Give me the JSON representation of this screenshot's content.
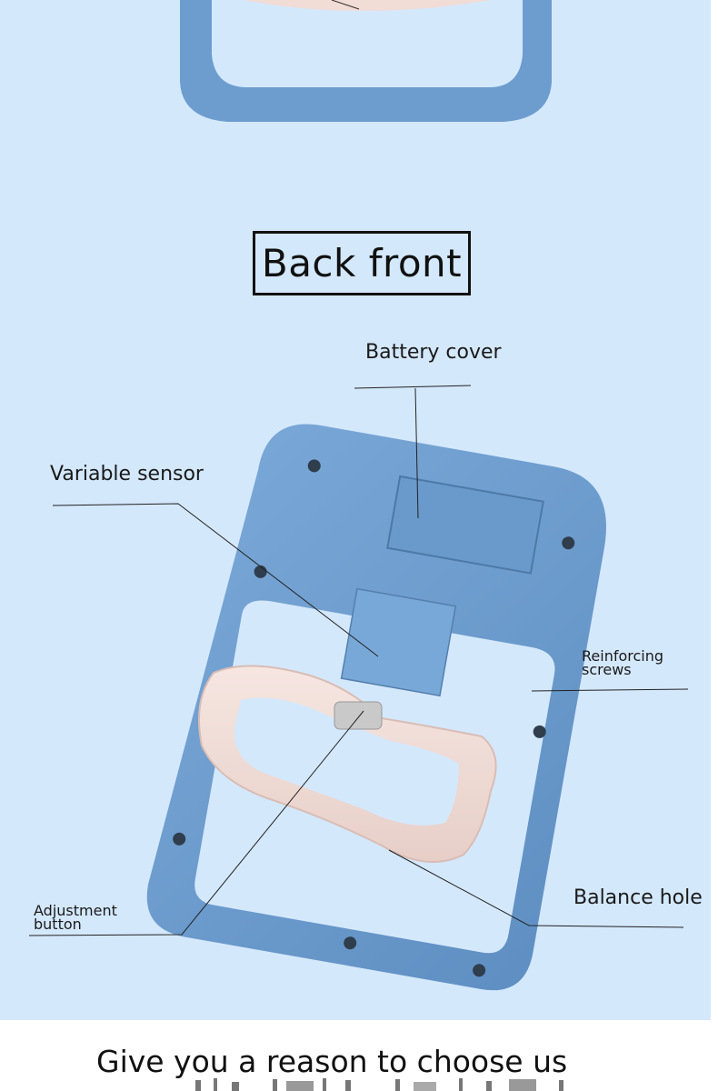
{
  "section_title": "Back front",
  "callouts": {
    "battery_cover": "Battery cover",
    "variable_sensor": "Variable sensor",
    "reinforcing_screws_line1": "Reinforcing",
    "reinforcing_screws_line2": "screws",
    "adjustment_button_line1": "Adjustment",
    "adjustment_button_line2": "button",
    "balance_hole": "Balance hole"
  },
  "footer": {
    "title": "Give you a reason to choose us"
  },
  "colors": {
    "background": "#d4e8fc",
    "device_blue": "#6f9fcf",
    "handle_pink": "#f0dcd6"
  }
}
